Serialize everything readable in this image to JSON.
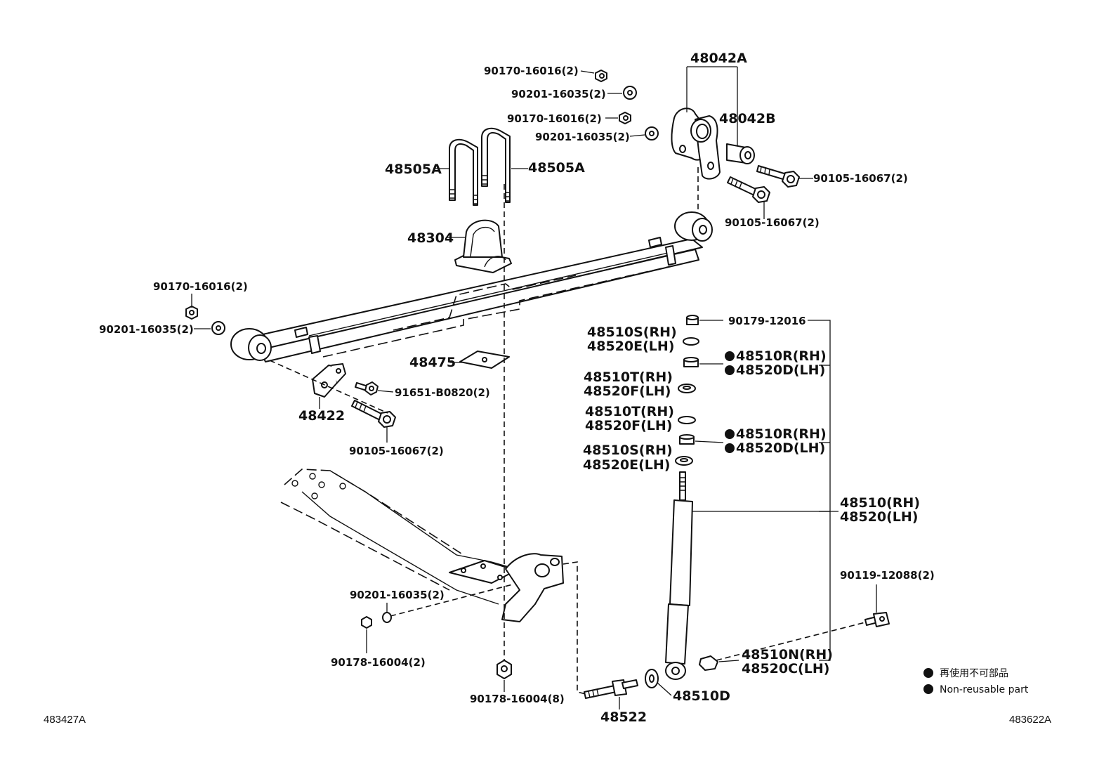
{
  "diagram": {
    "codes": {
      "left": "483427A",
      "right": "483622A"
    },
    "legend": {
      "jp": "再使用不可部品",
      "en": "Non-reusable part"
    },
    "labels": {
      "p48042A": "48042A",
      "p48042B": "48042B",
      "nut_top1": "90170-16016(2)",
      "washer_top1": "90201-16035(2)",
      "nut_top2": "90170-16016(2)",
      "washer_top2": "90201-16035(2)",
      "ubolt_left": "48505A",
      "ubolt_right": "48505A",
      "bolt_right_a": "90105-16067(2)",
      "bolt_right_b": "90105-16067(2)",
      "p48304": "48304",
      "nut_left": "90170-16016(2)",
      "washer_left": "90201-16035(2)",
      "p48475": "48475",
      "bolt_91651": "91651-B0820(2)",
      "p48422": "48422",
      "bolt_left": "90105-16067(2)",
      "nut_90179": "90179-12016",
      "s_rh_1": "48510S(RH)",
      "e_lh_1": "48520E(LH)",
      "r_rh_1": "48510R(RH)",
      "d_lh_1": "48520D(LH)",
      "t_rh_1": "48510T(RH)",
      "f_lh_1": "48520F(LH)",
      "t_rh_2": "48510T(RH)",
      "f_lh_2": "48520F(LH)",
      "r_rh_2": "48510R(RH)",
      "d_lh_2": "48520D(LH)",
      "s_rh_2": "48510S(RH)",
      "e_lh_2": "48520E(LH)",
      "shock_rh": "48510(RH)",
      "shock_lh": "48520(LH)",
      "bolt_90119": "90119-12088(2)",
      "washer_axle": "90201-16035(2)",
      "nut_axle": "90178-16004(2)",
      "nut_bottom": "90178-16004(8)",
      "n_rh": "48510N(RH)",
      "c_lh": "48520C(LH)",
      "p48522": "48522",
      "p48510D": "48510D"
    }
  }
}
